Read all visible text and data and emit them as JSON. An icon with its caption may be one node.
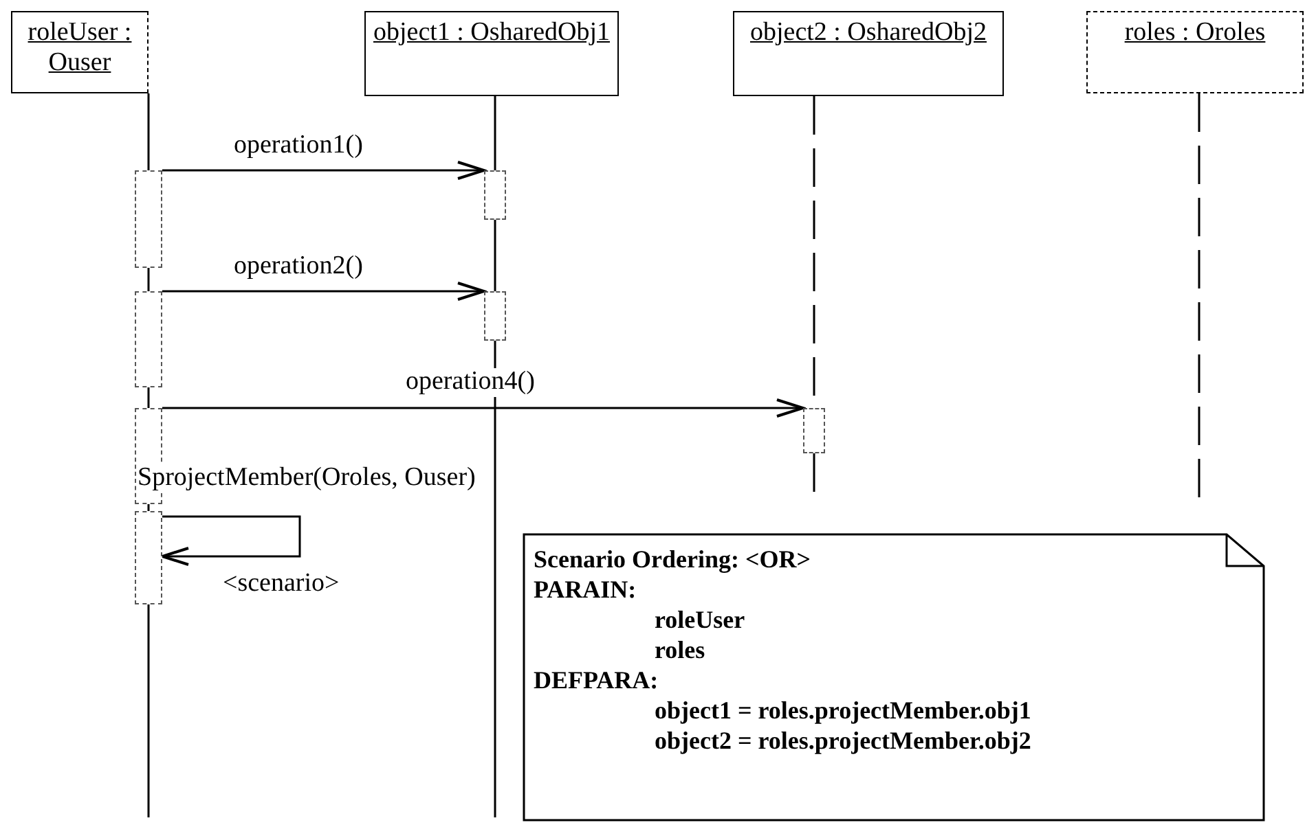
{
  "diagram": {
    "nodes": [
      {
        "text": [
          "roleUser : Ouser"
        ]
      },
      {
        "text": [
          "object1 : OsharedObj1"
        ]
      },
      {
        "text": [
          "object2 : OsharedObj2"
        ]
      },
      {
        "text": [
          "roles : Oroles"
        ]
      },
      {
        "text": [],
        "shape": "bar"
      },
      {
        "text": [],
        "shape": "bar"
      },
      {
        "text": [],
        "shape": "bar"
      },
      {
        "text": [],
        "shape": "bar"
      },
      {
        "text": [],
        "shape": "bar"
      },
      {
        "text": [],
        "shape": "bar"
      },
      {
        "text": [],
        "shape": "bar"
      },
      {
        "text": [
          "Scenario Ordering: <OR>",
          "PARAIN:",
          "roleUser",
          "roles",
          "DEFPARA:",
          "object1 = roles.projectMember.obj1",
          "object2 = roles.projectMember.obj2"
        ]
      }
    ],
    "edges": [
      {
        "from": 4,
        "to": 5,
        "arrow": "to",
        "label": "operation1()"
      },
      {
        "from": 6,
        "to": 7,
        "arrow": "to",
        "label": "operation2()"
      },
      {
        "from": 8,
        "to": 9,
        "arrow": "to",
        "label": "operation4()"
      },
      {
        "from": 10,
        "to": 10,
        "arrow": "to",
        "label": "SprojectMember(Oroles, Ouser)"
      },
      {
        "from": 0,
        "to": 4,
        "arrow": "none"
      },
      {
        "from": 4,
        "to": 6,
        "arrow": "none"
      },
      {
        "from": 6,
        "to": 8,
        "arrow": "none"
      },
      {
        "from": 8,
        "to": 10,
        "arrow": "none"
      },
      {
        "from": 10,
        "to": null,
        "arrow": "none"
      },
      {
        "from": 1,
        "to": 5,
        "arrow": "none"
      },
      {
        "from": 5,
        "to": 7,
        "arrow": "none"
      },
      {
        "from": 7,
        "to": null,
        "arrow": "none"
      },
      {
        "from": 2,
        "to": 9,
        "arrow": "none",
        "style": "dashed"
      },
      {
        "from": 9,
        "to": null,
        "arrow": "none",
        "style": "dashed"
      },
      {
        "from": 3,
        "to": null,
        "arrow": "none",
        "style": "dashed"
      }
    ],
    "labels": [
      "<scenario>"
    ]
  }
}
